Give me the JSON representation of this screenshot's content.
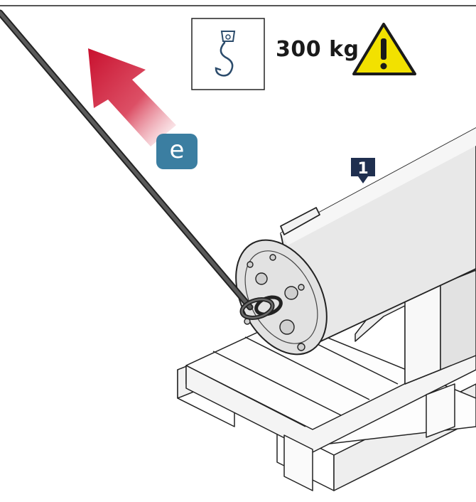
{
  "load_label": "300 kg",
  "step_letter": "e",
  "part_number": "1",
  "icons": {
    "hook": "crane-hook-icon",
    "warning": "warning-triangle-icon",
    "direction": "lift-direction-arrow"
  },
  "colors": {
    "step_badge": "#3b7ea1",
    "part_marker": "#1f2f4f",
    "arrow": "#c8102e",
    "warning_fill": "#f2e100",
    "cable": "#4a4a4a",
    "body_fill": "#e8e8e8"
  }
}
